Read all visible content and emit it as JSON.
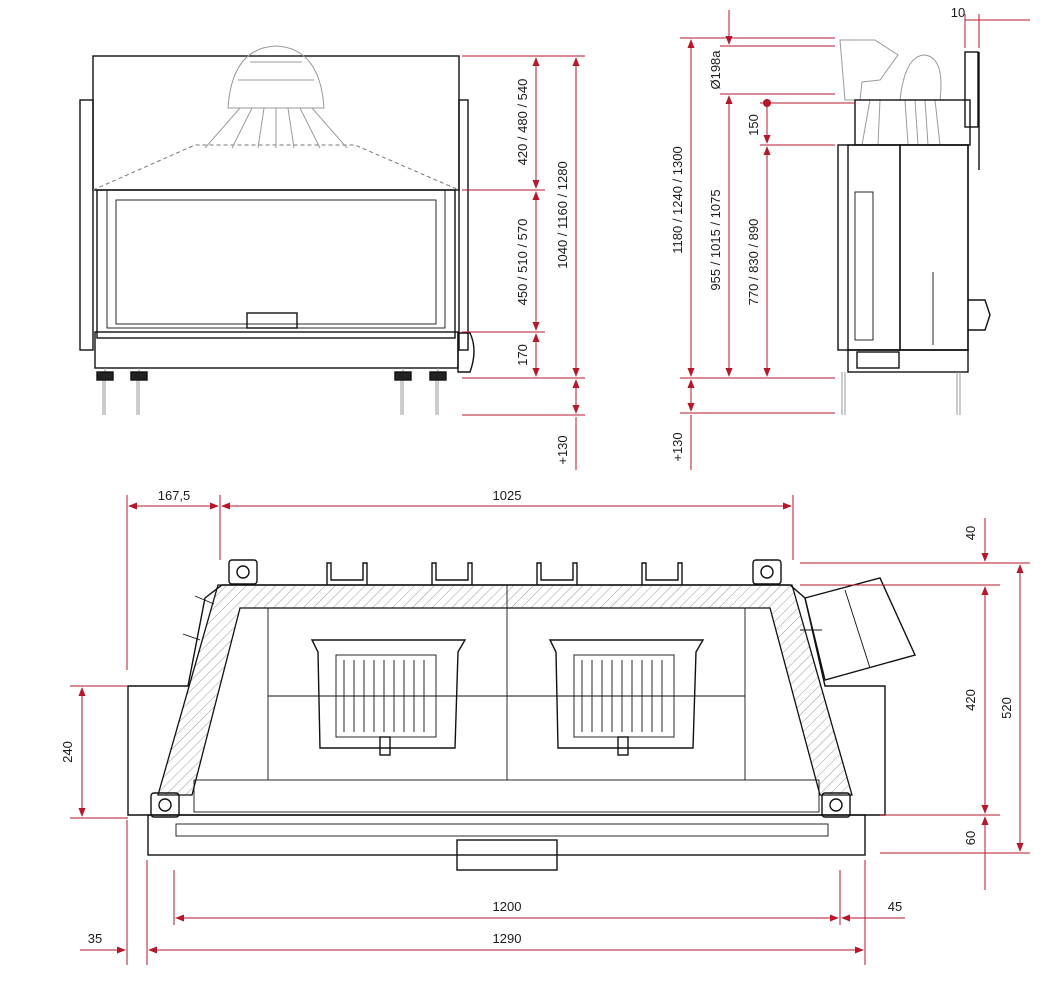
{
  "colors": {
    "dimension": "#b5172b",
    "outline": "#111111",
    "hatch": "#9a9a9a",
    "background": "#ffffff"
  },
  "front_view": {
    "dim_top": "420 / 480 / 540",
    "dim_opening": "450 / 510 / 570",
    "dim_base": "170",
    "dim_total": "1040 / 1160 / 1280",
    "dim_feet": "+130"
  },
  "side_view": {
    "dim_width_top": "10",
    "dim_outlet": "Ø198a",
    "dim_total": "1180 / 1240 / 1300",
    "dim_duct": "955 / 1015 / 1075",
    "dim_150": "150",
    "dim_770": "770 / 830 / 890",
    "dim_feet": "+130"
  },
  "plan_view": {
    "dim_left_offset": "167,5",
    "dim_top_width": "1025",
    "dim_right_40": "40",
    "dim_right_420": "420",
    "dim_right_520": "520",
    "dim_right_60": "60",
    "dim_left_240": "240",
    "dim_bottom_1200": "1200",
    "dim_bottom_45": "45",
    "dim_bottom_35": "35",
    "dim_bottom_1290": "1290"
  }
}
